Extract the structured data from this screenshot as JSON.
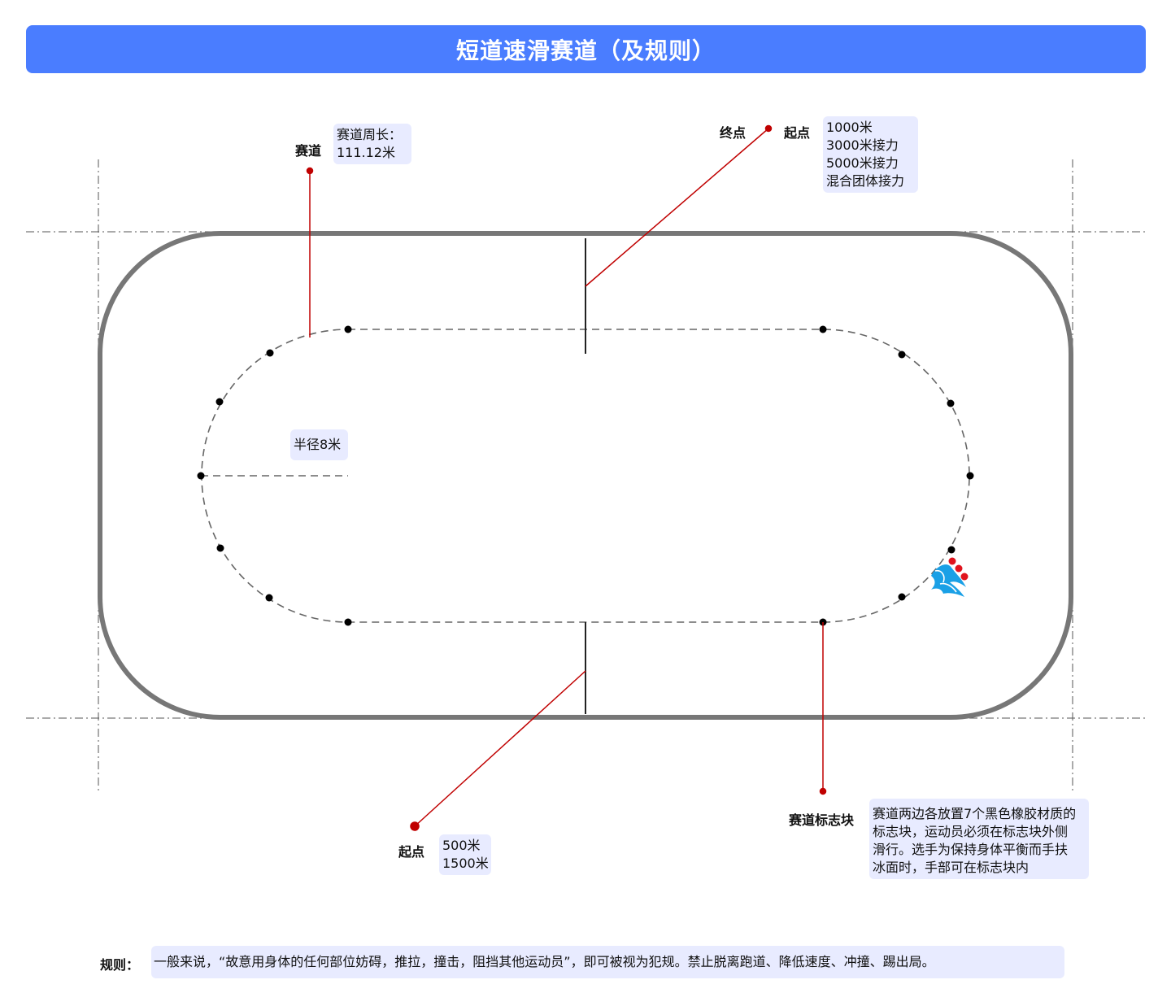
{
  "title": "短道速滑赛道（及规则）",
  "colors": {
    "title_bg": "#4a7dff",
    "track_outline": "#777777",
    "callout_line": "#c00000",
    "note_bg": "#e8ebff",
    "marker": "#000000"
  },
  "callouts": {
    "track": {
      "label": "赛道",
      "note": [
        "赛道周长：",
        "111.12米"
      ]
    },
    "top_finish": {
      "label": "终点"
    },
    "top_start": {
      "label": "起点",
      "note": [
        "1000米",
        "3000米接力",
        "5000米接力",
        "混合团体接力"
      ]
    },
    "radius": {
      "note": [
        "半径8米"
      ]
    },
    "bottom_start": {
      "label": "起点",
      "note": [
        "500米",
        "1500米"
      ]
    },
    "markers": {
      "label": "赛道标志块",
      "note": [
        "赛道两边各放置7个黑色橡胶材质的",
        "标志块，运动员必须在标志块外侧",
        "滑行。选手为保持身体平衡而手扶",
        "冰面时，手部可在标志块内"
      ]
    }
  },
  "rules": {
    "label": "规则：",
    "text": "一般来说，“故意用身体的任何部位妨碍，推拉，撞击，阻挡其他运动员”，即可被视为犯规。禁止脱离跑道、降低速度、冲撞、踢出局。"
  },
  "icons": {
    "skater": "speed-skater-icon"
  }
}
